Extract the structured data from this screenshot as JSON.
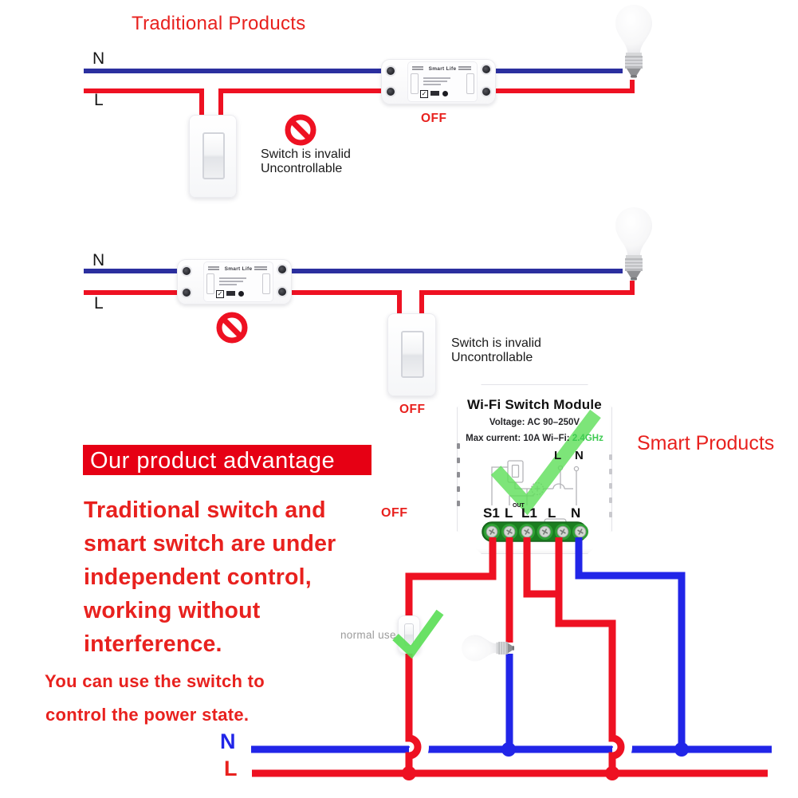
{
  "colors": {
    "text_red": "#E8211E",
    "wire_red": "#EE1122",
    "bar_red": "#E60014",
    "navy": "#2B2F9F",
    "blue": "#2125E8",
    "green": "#5CDE58",
    "gray_text": "#9B9B9B"
  },
  "traditional": {
    "title": "Traditional Products",
    "n_label": "N",
    "l_label": "L",
    "off_label": "OFF",
    "invalid_line1": "Switch is invalid",
    "invalid_line2": "Uncontrollable",
    "relay_brand": "Smart Life"
  },
  "diagram2": {
    "n_label": "N",
    "l_label": "L",
    "off_label": "OFF",
    "invalid_line1": "Switch is invalid",
    "invalid_line2": "Uncontrollable",
    "relay_brand": "Smart Life"
  },
  "module": {
    "title": "Wi-Fi Switch Module",
    "voltage": "Voltage: AC 90–250V",
    "current_prefix": "Max current: 10A  Wi–Fi:",
    "current_highlight": "2.4GHz",
    "inner_l": "L",
    "inner_n": "N",
    "terminals": [
      "S1",
      "L",
      "L1",
      "L",
      "N"
    ],
    "terminal_sup": "OUT"
  },
  "smart": {
    "title": "Smart Products",
    "off_label": "OFF",
    "normal_use": "normal use",
    "n_label": "N",
    "l_label": "L"
  },
  "advantage": {
    "heading": "Our product advantage",
    "lines": [
      "Traditional switch and",
      "smart switch are under",
      "independent control,",
      "working without",
      "interference."
    ],
    "note_lines": [
      "You can use the switch to",
      "control the power state."
    ]
  }
}
